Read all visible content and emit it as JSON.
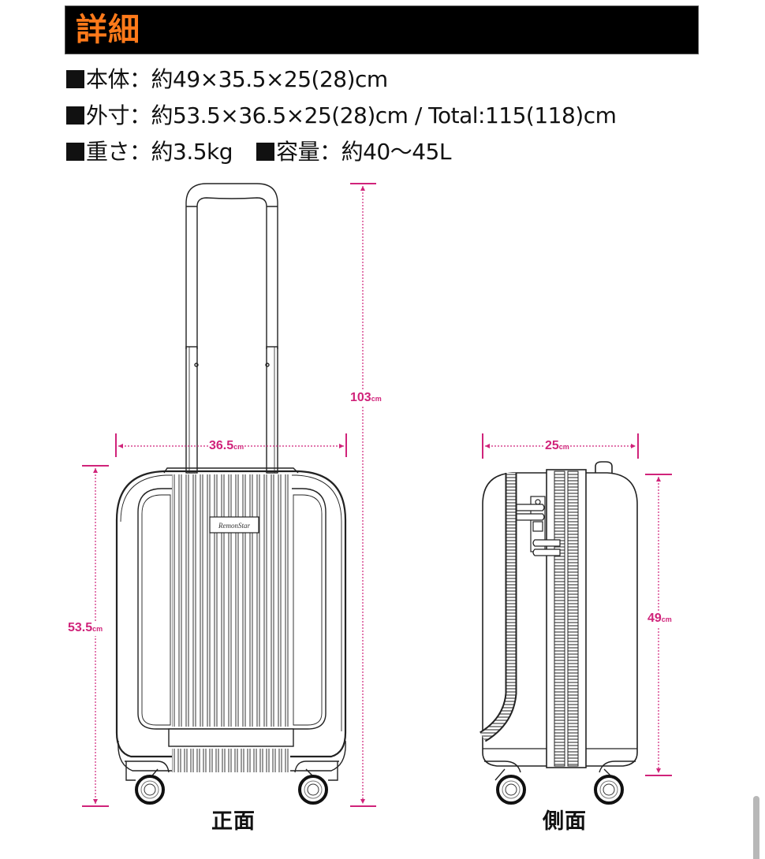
{
  "header": {
    "title": "詳細",
    "title_color": "#ff7a1a",
    "background": "#000000"
  },
  "specs": {
    "body_size": {
      "label": "本体",
      "value": "約49×35.5×25(28)cm"
    },
    "outer_size": {
      "label": "外寸",
      "value": "約53.5×36.5×25(28)cm / Total:115(118)cm"
    },
    "weight": {
      "label": "重さ",
      "value": "約3.5kg"
    },
    "capacity": {
      "label": "容量",
      "value": "約40〜45L"
    },
    "separator": "："
  },
  "dimensions": {
    "color": "#d0237a",
    "front_width": {
      "value": "36.5",
      "unit": "cm"
    },
    "front_height": {
      "value": "53.5",
      "unit": "cm"
    },
    "total_height": {
      "value": "103",
      "unit": "cm"
    },
    "side_depth": {
      "value": "25",
      "unit": "cm"
    },
    "side_height": {
      "value": "49",
      "unit": "cm"
    }
  },
  "views": {
    "front": "正面",
    "side": "側面"
  },
  "brand_plate": "RemonStar"
}
